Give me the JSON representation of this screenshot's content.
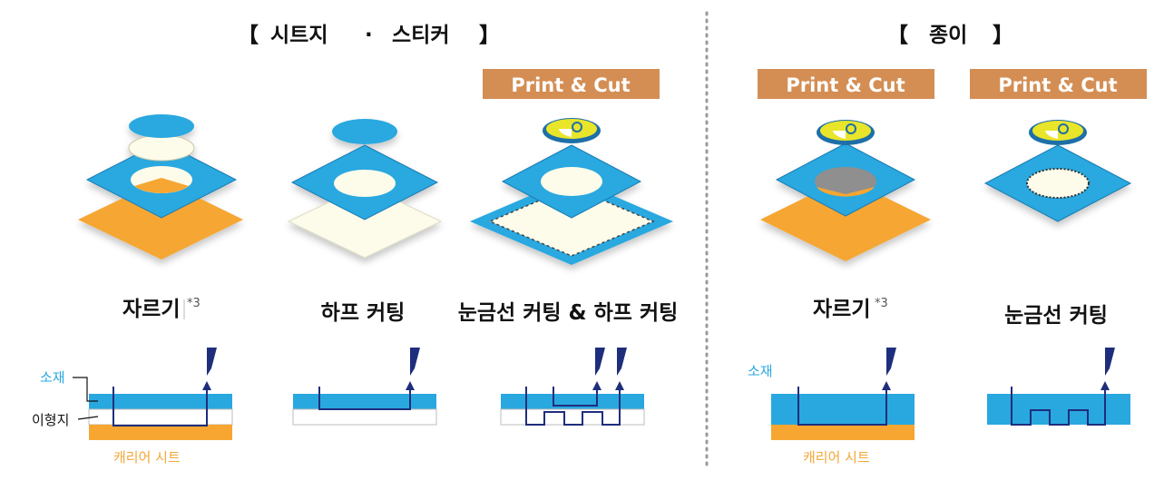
{
  "headers": {
    "sheet_sticker": {
      "open": "【",
      "word1": "시트지",
      "dot": "·",
      "word2": "스티커",
      "close": "】"
    },
    "paper": {
      "open": "【",
      "word": "종이",
      "close": "】"
    }
  },
  "badge": {
    "label": "Print & Cut"
  },
  "captions": {
    "sheet_cut": "자르기",
    "sheet_cut_note": "*3",
    "half_cut": "하프 커팅",
    "mark_half_cut": "눈금선 커팅 & 하프 커팅",
    "paper_cut": "자르기",
    "paper_cut_note": "*3",
    "paper_mark_cut": "눈금선 커팅"
  },
  "layer_labels": {
    "material": "소재",
    "liner": "이형지",
    "carrier": "캐리어 시트"
  },
  "colors": {
    "blue": "#29a8e0",
    "blue_dark": "#1b7db3",
    "orange": "#f6a631",
    "cream": "#fdfbea",
    "badge": "#d48e54",
    "navy": "#1e2e7c",
    "label_blue": "#29a8e0",
    "label_orange": "#f4a83a",
    "divider": "#9a9a9a"
  },
  "icons": [
    "blade-icon",
    "arrow-up-icon",
    "registration-mark-icon"
  ]
}
